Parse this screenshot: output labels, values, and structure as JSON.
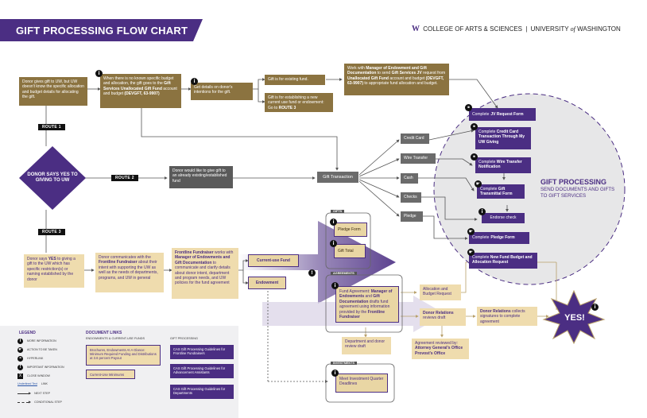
{
  "header": {
    "title": "GIFT PROCESSING FLOW CHART",
    "logo_letter": "W",
    "college": "COLLEGE OF ARTS & SCIENCES",
    "separator": "|",
    "university_a": "UNIVERSITY",
    "university_of": "of",
    "university_b": "WASHINGTON"
  },
  "routes": {
    "route1": "ROUTE 1",
    "route2": "ROUTE 2",
    "route3": "ROUTE 3"
  },
  "diamond": {
    "text": "DONOR SAYS YES TO GIVING TO UW"
  },
  "boxes": {
    "donor_gives": "Donor gives gift to UW, but UW doesn't know the specific allocation and budget details for allocating the gift.",
    "unallocated_pre": "When there is no known specific budget and allocation, the gift goes to the ",
    "unallocated_bold": "Gift Services Unallocated Gift Fund",
    "unallocated_mid": " account and budget ",
    "unallocated_code": "(DEVGFT, 63-9907)",
    "get_details": "Get details on donor's intentions for the gift.",
    "existing_fund": "Gift is for existing fund.",
    "new_fund_a": "Gift is for establishing a new current use fund or endowment: Go to ",
    "new_fund_b": "ROUTE 3",
    "work_pre": "Work with ",
    "work_bold1": "Manager of Endowment and Gift Documentation",
    "work_mid1": " to send ",
    "work_bold2": "Gift Services JV",
    "work_mid2": " request from ",
    "work_bold3": "Unallocated Gift Fund",
    "work_mid3": " account and budget ",
    "work_bold4": "(DEVGFT, 63-9907)",
    "work_end": " to appropriate fund allocation and budget.",
    "donor_apply": "Donor would like to give gift to an already existing/established fund",
    "gift_transaction": "Gift Transaction",
    "credit_card": "Credit Card",
    "wire_transfer": "Wire Transfer",
    "cash": "Cash",
    "checks": "Checks",
    "pledge": "Pledge",
    "gifts_label": "GIFTS",
    "pledge_form": "Pledge Form",
    "gift_total": "Gift Total",
    "agreements_label": "AGREEMENTS",
    "investments_label": "INVESTMENTS",
    "donor_specific_a": "Donor says ",
    "donor_specific_yes": "YES",
    "donor_specific_b": " to giving a gift to the UW which has specific restriction(s) or naming established by the donor",
    "frontline_comm_a": "Donor communicates with the ",
    "frontline_comm_bold": "Frontline Fundraiser",
    "frontline_comm_b": " about their intent with supporting the UW as well as the needs of departments, programs, and UW in general",
    "frontline_works_bold1": "Frontline Fundraiser",
    "frontline_works_a": " works with ",
    "frontline_works_bold2": "Manager of Endowments and Gift Documentation",
    "frontline_works_b": " to communicate and clarify details about donor intent, department and program needs, and UW policies for the fund agreement",
    "current_use_fund": "Current-use Fund",
    "endowment": "Endowment",
    "fund_agreement_a": "Fund Agreement: ",
    "fund_agreement_bold1": "Manager of Endowments",
    "fund_agreement_b": " and ",
    "fund_agreement_bold2": "Gift Documentation",
    "fund_agreement_c": " drafts fund agreement using information provided by the ",
    "fund_agreement_bold3": "Frontline Fundraiser",
    "dept_review": "Department and donor review draft",
    "allocation": "Allocation and Budget Request",
    "donor_relations_reviews_bold": "Donor Relations",
    "donor_relations_reviews": " reviews draft",
    "ag_review_a": "Agreement reviewed by: ",
    "ag_review_bold": "Attorney General's Office Provost's Office",
    "donor_relations_collects_bold": "Donor Relations",
    "donor_relations_collects": " collects signatures to complete agreement",
    "yes": "YES!",
    "meet_investment": "Meet Investment Quarter Deadlines"
  },
  "right_forms": {
    "jv_a": "Complete ",
    "jv_bold": "JV Request Form",
    "cc_a": "Complete ",
    "cc_bold": "Credit Card Transaction Through My UW Giving",
    "wire_a": "Complete ",
    "wire_bold": "Wire Transfer Notification",
    "transmittal_a": "Complete ",
    "transmittal_bold": "Gift Transmittal Form",
    "endorse": "Endorse check",
    "pledge_a": "Complete ",
    "pledge_bold": "Pledge Form",
    "newfund_a": "Complete ",
    "newfund_bold": "New Fund Budget and Allocation Request"
  },
  "gift_processing": {
    "title": "GIFT PROCESSING",
    "subtitle": "SEND DOCUMENTS AND GIFTS TO GIFT SERVICES"
  },
  "legend": {
    "title": "LEGEND",
    "items": [
      {
        "icon": "i",
        "label": "MORE INFORMATION"
      },
      {
        "icon": "hand",
        "label": "ACTION TO BE TAKEN"
      },
      {
        "icon": "link",
        "label": "HYPERLINK"
      },
      {
        "icon": "!",
        "label": "IMPORTANT INFORMATION"
      },
      {
        "icon": "X",
        "label": "CLOSE WINDOW"
      },
      {
        "icon": "text",
        "sample": "Underlined Text",
        "label": "LINK"
      },
      {
        "icon": "arrow",
        "label": "NEXT STEP"
      },
      {
        "icon": "dash",
        "label": "CONDITIONAL STEP"
      }
    ]
  },
  "document_links": {
    "title": "DOCUMENT LINKS",
    "col1_title": "ENDOWMENTS & CURRENT-USE FUNDS",
    "col1_items": [
      "Brochures, Endowments At A Glance: Minimum Required Funding and Distributions at 3.6 percent Payout",
      "Current-Use Minimums"
    ],
    "col2_title": "GIFT PROCESSING",
    "col2_items": [
      "CAS Gift Processing Guidelines for Frontline Fundraisers",
      "CAS Gift Processing Guidelines for Advancement Assistants",
      "CAS Gift Processing Guidelines for Departments"
    ]
  },
  "colors": {
    "purple": "#4b2e83",
    "gold": "#8b7340",
    "tan": "#efdcae"
  }
}
